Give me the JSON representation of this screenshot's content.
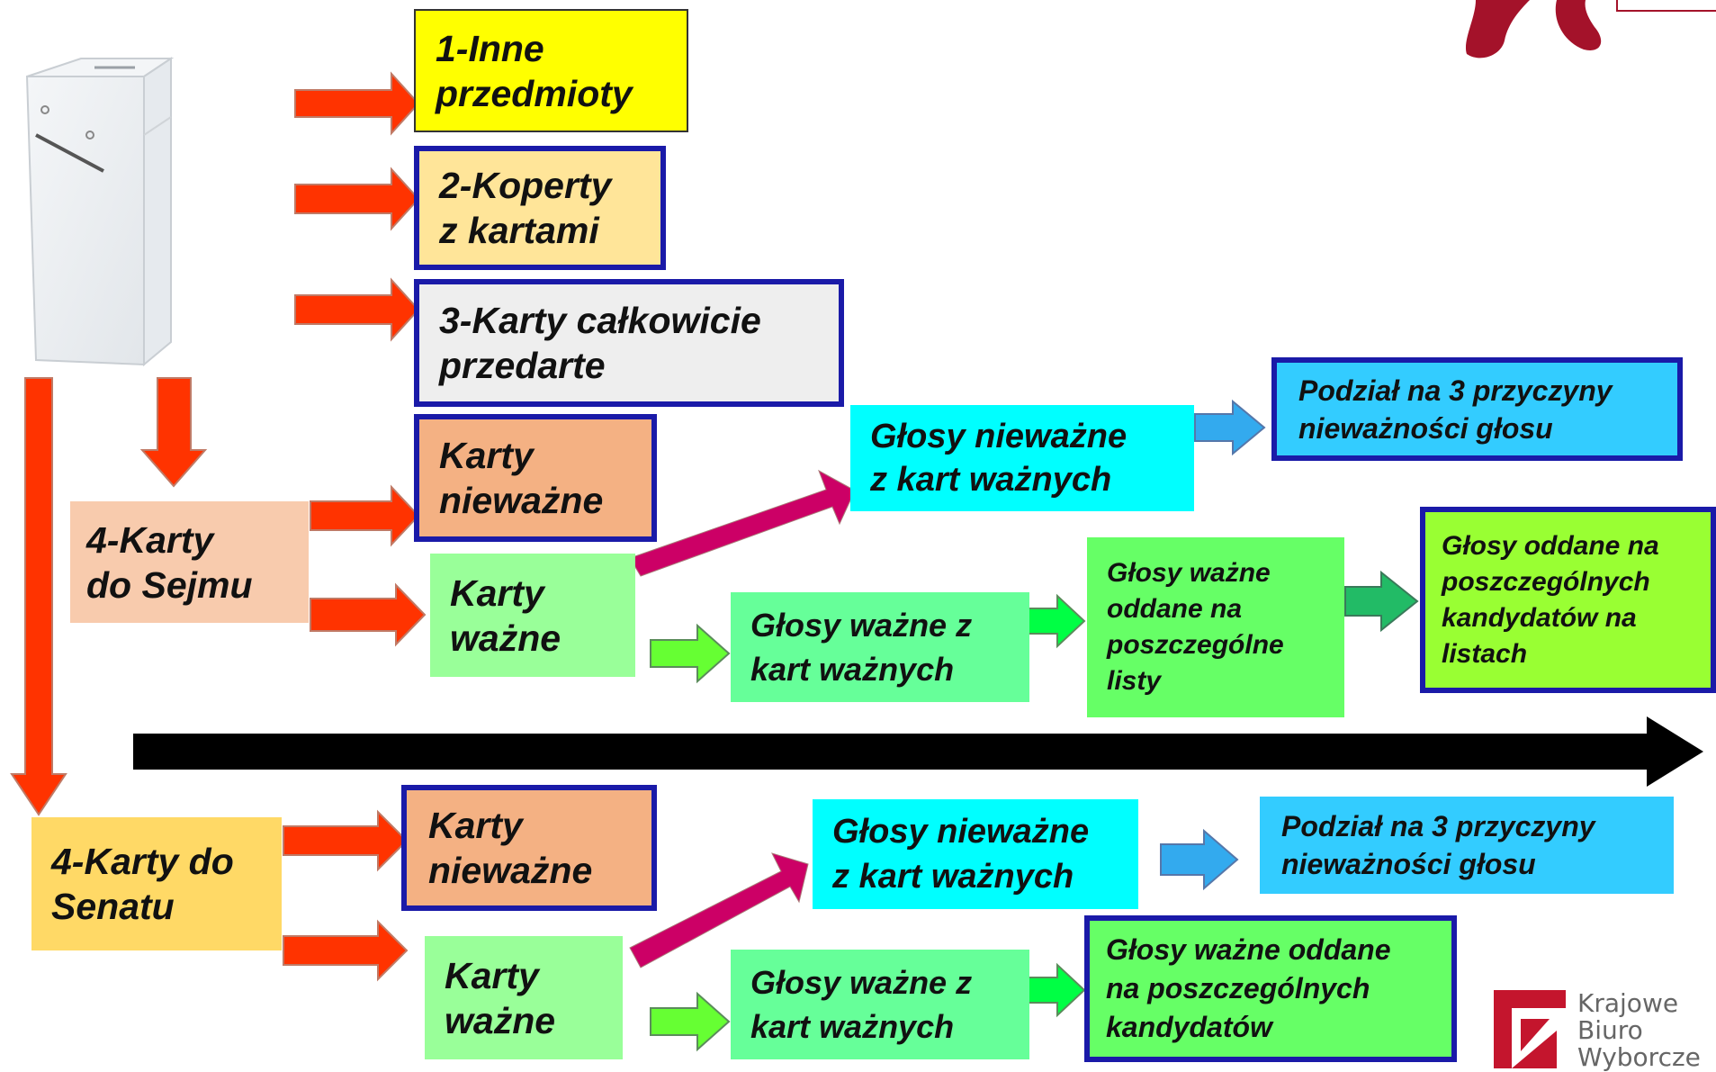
{
  "boxes": {
    "b1": [
      "1-Inne",
      "przedmioty"
    ],
    "b2": [
      "2-Koperty",
      "z kartami"
    ],
    "b3": [
      "3-Karty całkowicie",
      "przedarte"
    ],
    "b4_sejm": [
      "4-Karty",
      "do Sejmu"
    ],
    "sejm_niewazne": [
      "Karty",
      "nieważne"
    ],
    "sejm_wazne": [
      "Karty",
      "ważne"
    ],
    "sejm_glosy_niewazne": [
      "Głosy nieważne",
      "z kart ważnych"
    ],
    "sejm_podzial": [
      "Podział na 3 przyczyny",
      "nieważności głosu"
    ],
    "sejm_glosy_wazne": [
      "Głosy ważne z",
      "kart ważnych"
    ],
    "sejm_listy": [
      "Głosy ważne",
      "oddane na",
      "poszczególne",
      "listy"
    ],
    "sejm_kandydaci": [
      "Głosy oddane na",
      "poszczególnych",
      "kandydatów na",
      "listach"
    ],
    "b4_senat": [
      "4-Karty do",
      "Senatu"
    ],
    "senat_niewazne": [
      "Karty",
      "nieważne"
    ],
    "senat_wazne": [
      "Karty",
      "ważne"
    ],
    "senat_glosy_niewazne": [
      "Głosy nieważne",
      "z kart ważnych"
    ],
    "senat_podzial": [
      "Podział na 3 przyczyny",
      "nieważności głosu"
    ],
    "senat_glosy_wazne": [
      "Głosy ważne z",
      "kart ważnych"
    ],
    "senat_kandydaci": [
      "Głosy ważne oddane",
      "na poszczególnych",
      "kandydatów"
    ]
  },
  "logo": {
    "lines": [
      "Krajowe",
      "Biuro",
      "Wyborcze"
    ]
  },
  "colors": {
    "yellow": "#ffff00",
    "light_orange": "#ffe599",
    "light_gray": "#eeeeee",
    "peach": "#f8cbad",
    "salmon": "#f4b183",
    "light_green": "#99ff99",
    "mint": "#66ff99",
    "cyan": "#00ffff",
    "sky": "#33ccff",
    "lime": "#99ff33",
    "gold": "#ffd966",
    "red_arrow": "#ff3300",
    "crimson_arrow": "#cc0066",
    "green_arrow": "#66ff33",
    "blue_arrow": "#33aaee",
    "border_blue": "#1a1aa8"
  }
}
